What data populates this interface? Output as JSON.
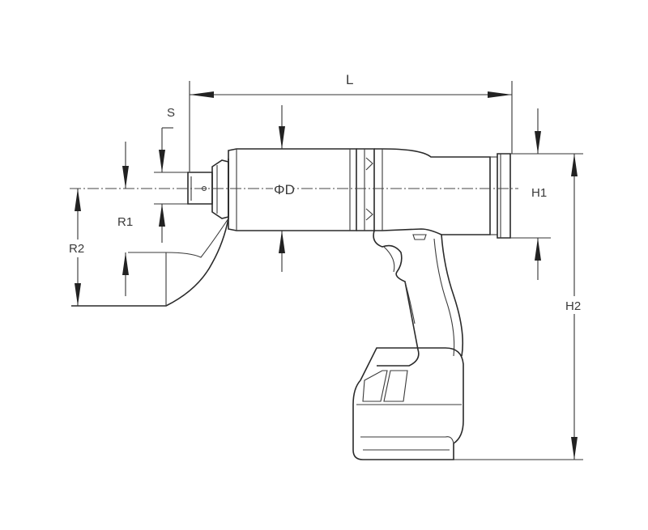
{
  "labels": {
    "length": "L",
    "square_drive": "S",
    "diameter": "ΦD",
    "height_1": "H1",
    "height_2": "H2",
    "radius_1": "R1",
    "radius_2": "R2"
  }
}
